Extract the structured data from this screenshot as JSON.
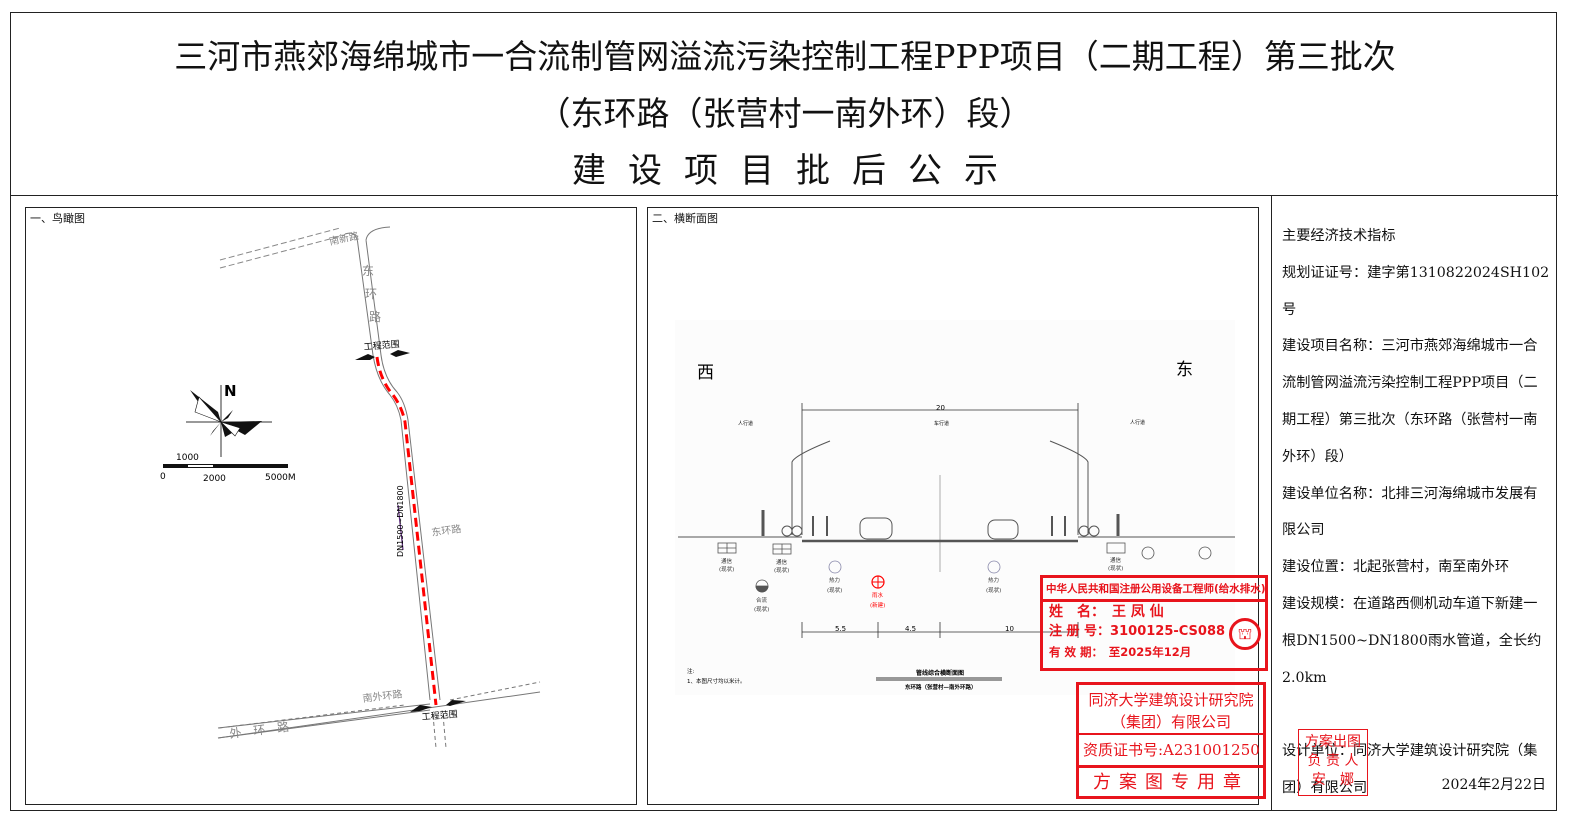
{
  "header": {
    "title_line1": "三河市燕郊海绵城市一合流制管网溢流污染控制工程PPP项目（二期工程）第三批次",
    "title_line2": "（东环路（张营村一南外环）段）",
    "title_line3": "建设项目批后公示"
  },
  "aerial_view": {
    "label": "一、鸟瞰图",
    "roads": {
      "nanxin": "南新路",
      "dong": "东",
      "huan": "环",
      "lu": "路",
      "donghuan": "东环路",
      "nanwaihuan": "南外环路",
      "waihuan_big": "外　环　路"
    },
    "scope_label_north": "工程范围",
    "scope_label_south": "工程范围",
    "pipe_label": "DN1500~DN1800",
    "north_label": "N",
    "scale": {
      "top": "1000",
      "zero": "0",
      "mid": "2000",
      "end": "5000M"
    },
    "colors": {
      "pipe": "#ff0000"
    }
  },
  "cross_section": {
    "label": "二、横断面图",
    "west": "西",
    "east": "东",
    "sidewalk_left": "人行道",
    "carriageway": "车行道",
    "sidewalk_right": "人行道",
    "dims": {
      "total": "20",
      "d1": "5.5",
      "d2": "4.5",
      "d3": "10"
    },
    "utilities": [
      {
        "name": "通信",
        "status": "(现状)"
      },
      {
        "name": "通信",
        "status": "(现状)"
      },
      {
        "name": "合流",
        "status": "(现状)"
      },
      {
        "name": "热力",
        "status": "(现状)"
      },
      {
        "name": "雨水",
        "status": "(新建)"
      },
      {
        "name": "热力",
        "status": "(现状)"
      },
      {
        "name": "通信",
        "status": "(现状)"
      }
    ],
    "note_title": "注:",
    "note_1": "1、本图尺寸均以米计。",
    "drawing_title": "管线综合横断面图",
    "drawing_subtitle": "东环路（张营村—南外环路）"
  },
  "info": {
    "heading": "主要经济技术指标",
    "permit": "规划证证号：建字第1310822024SH102号",
    "project_name": "建设项目名称：三河市燕郊海绵城市一合流制管网溢流污染控制工程PPP项目（二期工程）第三批次（东环路（张营村一南外环）段）",
    "builder": "建设单位名称：北排三河海绵城市发展有限公司",
    "location": "建设位置：北起张营村，南至南外环",
    "scale": "建设规模：在道路西侧机动车道下新建一根DN1500~DN1800雨水管道，全长约2.0km",
    "designer": "设计单位：同济大学建筑设计研究院（集团）有限公司",
    "date": "2024年2月22日"
  },
  "stamps": {
    "engineer": {
      "header": "中华人民共和国注册公用设备工程师(给水排水)",
      "name": "姓　名：　王 凤 仙",
      "reg_no": "注 册 号：3100125-CS088",
      "valid": "有 效 期：　至2025年12月"
    },
    "institute": {
      "line1": "同济大学建筑设计研究院",
      "line2": "（集团）有限公司",
      "cert": "资质证书号:A231001250",
      "seal_use": "方案图专用章"
    },
    "responsible": {
      "line1": "方案出图",
      "line2": "负 责 人",
      "line3": "安　娜"
    },
    "color": "#e8141c"
  }
}
